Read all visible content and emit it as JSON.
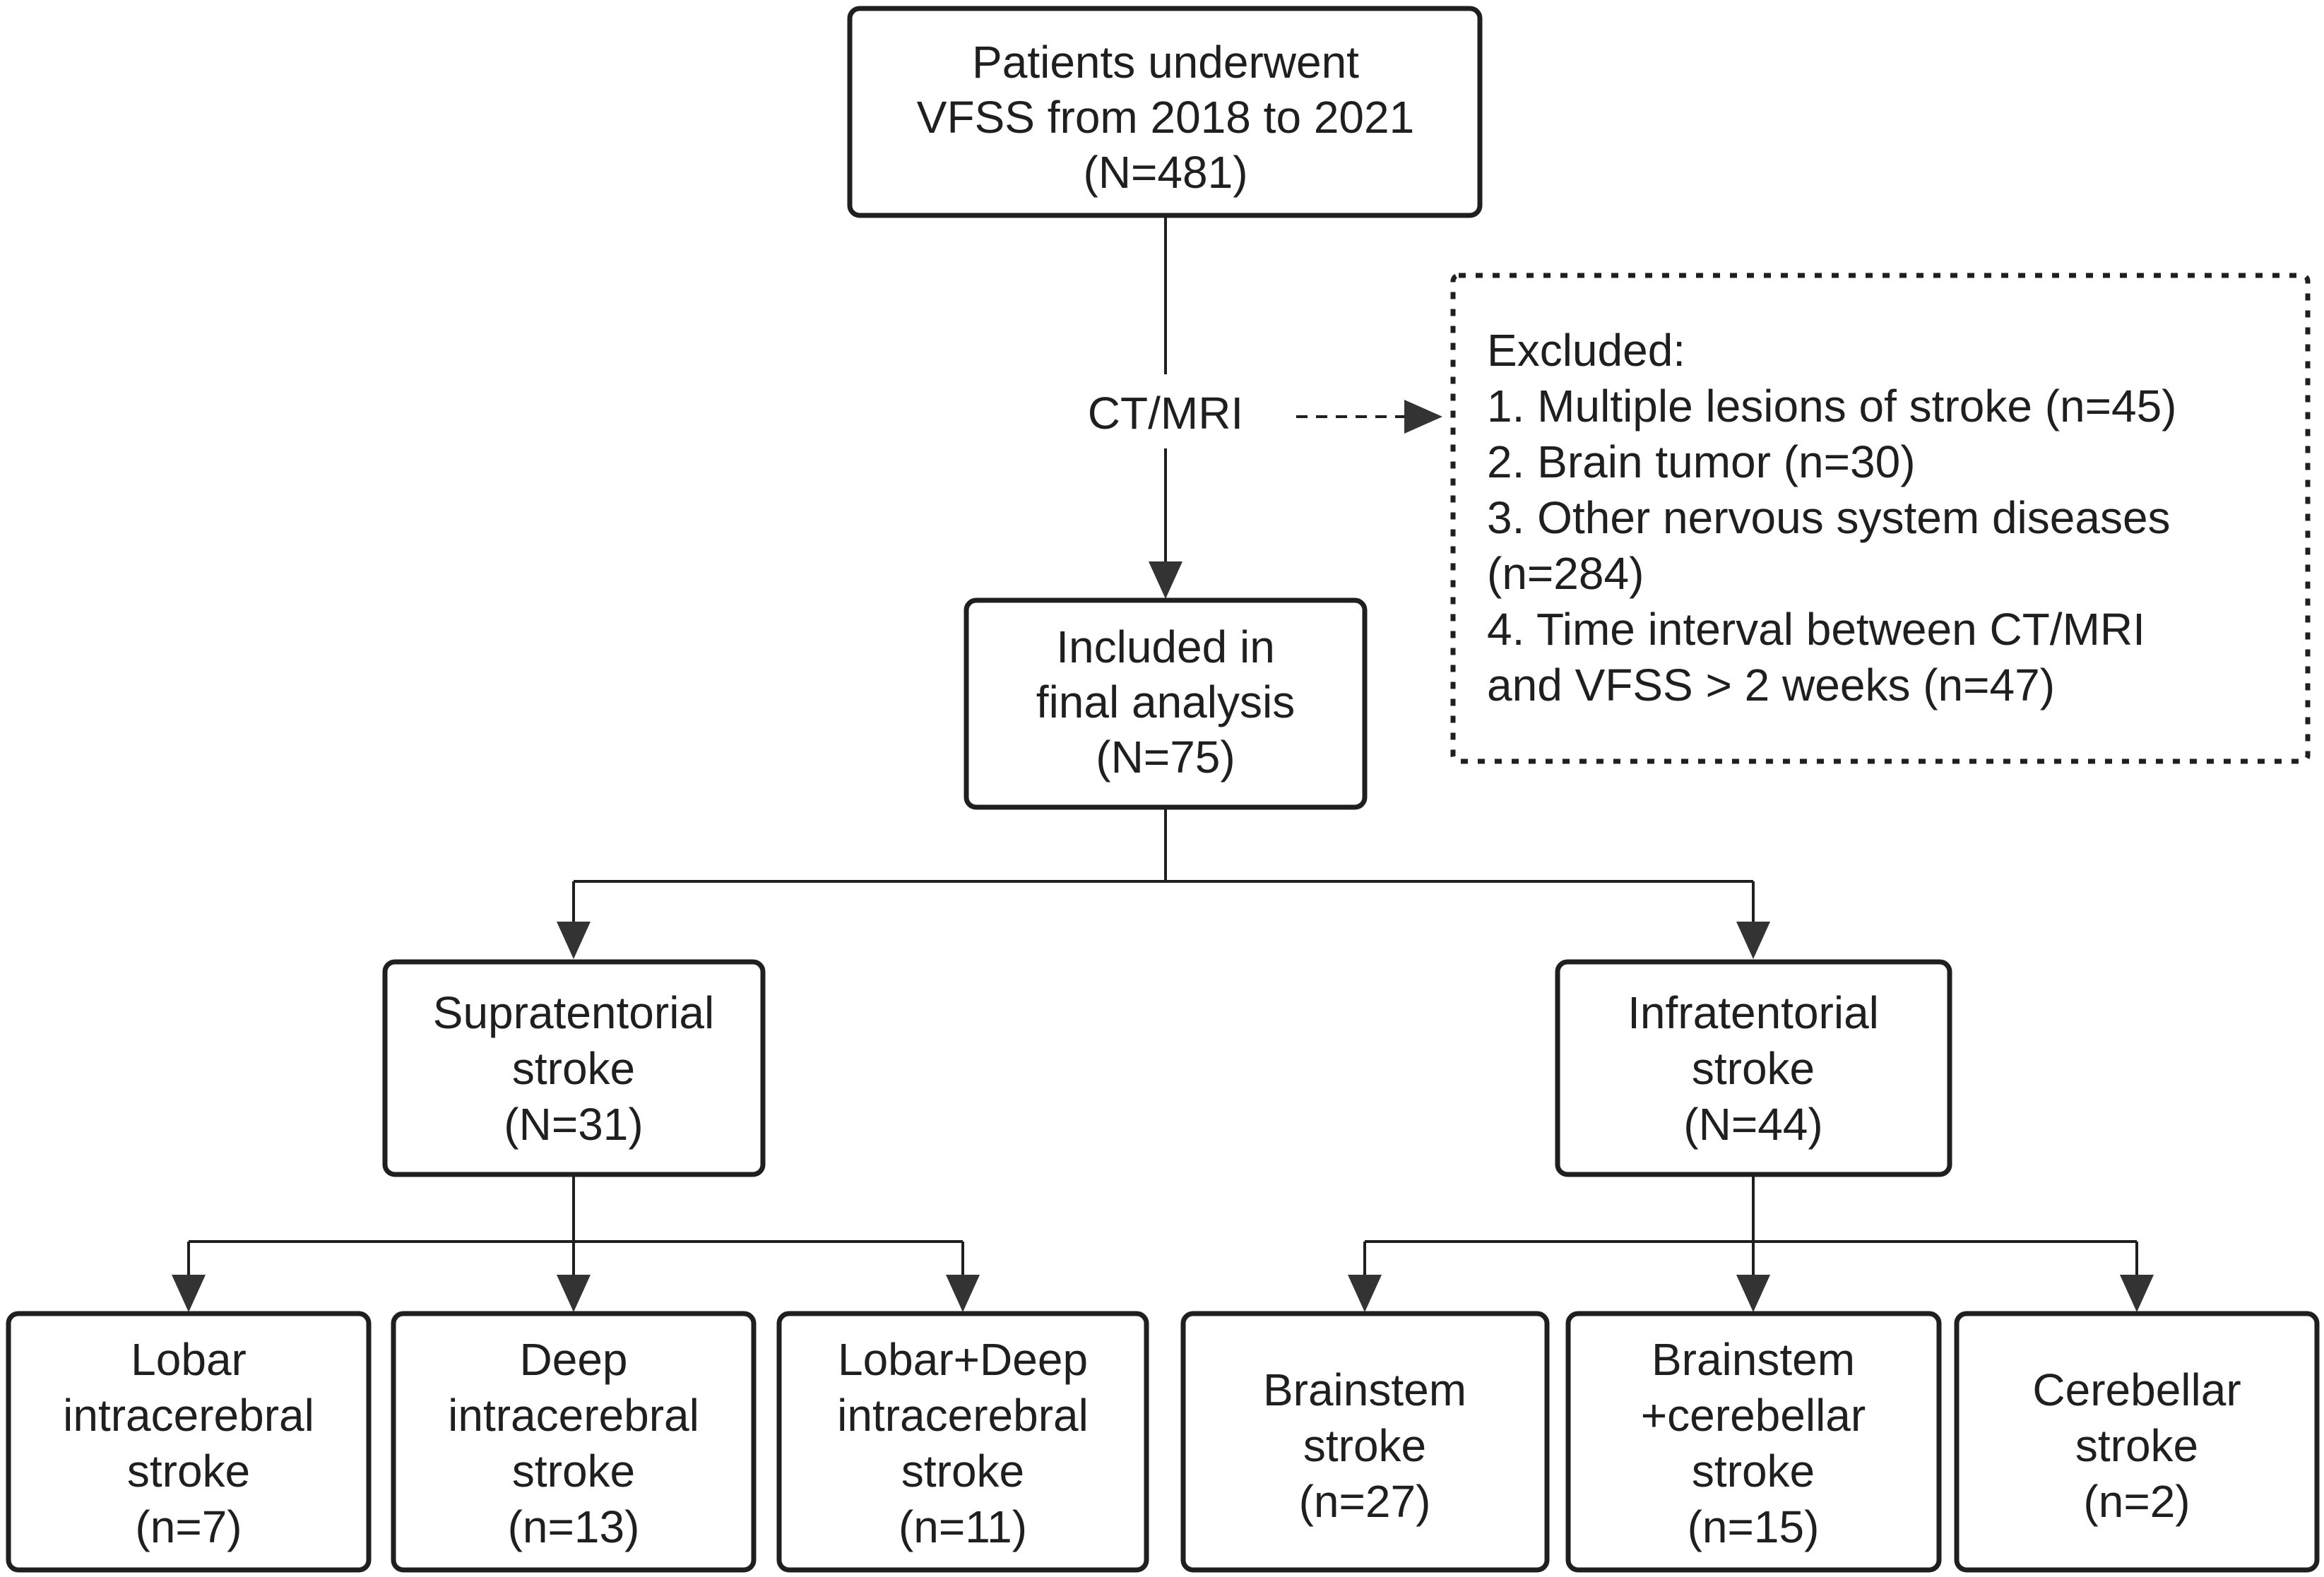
{
  "flowchart": {
    "start": {
      "lines": [
        "Patients underwent",
        "VFSS from 2018 to 2021",
        "(N=481)"
      ]
    },
    "screening_label": "CT/MRI",
    "excluded": {
      "lines": [
        "Excluded:",
        "1. Multiple lesions of stroke (n=45)",
        "2. Brain tumor (n=30)",
        "3. Other nervous system diseases",
        "(n=284)",
        "4. Time interval between CT/MRI",
        "and VFSS > 2 weeks (n=47)"
      ]
    },
    "included": {
      "lines": [
        "Included in",
        "final analysis",
        "(N=75)"
      ]
    },
    "supratentorial": {
      "lines": [
        "Supratentorial",
        "stroke",
        "(N=31)"
      ]
    },
    "infratentorial": {
      "lines": [
        "Infratentorial",
        "stroke",
        "(N=44)"
      ]
    },
    "lobar": {
      "lines": [
        "Lobar",
        "intracerebral",
        "stroke",
        "(n=7)"
      ]
    },
    "deep": {
      "lines": [
        "Deep",
        "intracerebral",
        "stroke",
        "(n=13)"
      ]
    },
    "lobar_deep": {
      "lines": [
        "Lobar+Deep",
        "intracerebral",
        "stroke",
        "(n=11)"
      ]
    },
    "brainstem": {
      "lines": [
        "Brainstem",
        "stroke",
        "(n=27)"
      ]
    },
    "brainstem_cerebellar": {
      "lines": [
        "Brainstem",
        "+cerebellar",
        "stroke",
        "(n=15)"
      ]
    },
    "cerebellar": {
      "lines": [
        "Cerebellar",
        "stroke",
        "(n=2)"
      ]
    }
  }
}
